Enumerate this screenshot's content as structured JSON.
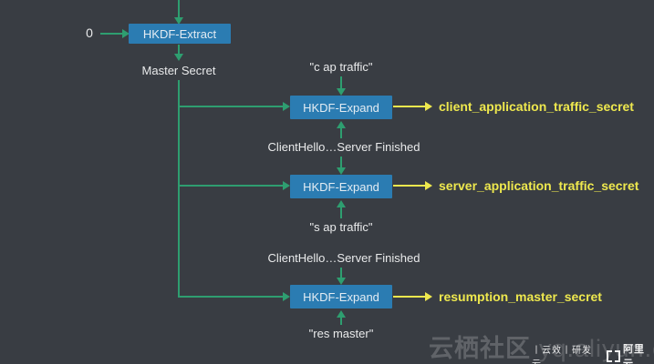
{
  "colors": {
    "background": "#393d43",
    "node_fill": "#2b7cb2",
    "arrow_green": "#2e9e70",
    "arrow_yellow": "#eee84e",
    "label_text": "#e9eaeb"
  },
  "nodes": {
    "extract": "HKDF-Extract",
    "expand1": "HKDF-Expand",
    "expand2": "HKDF-Expand",
    "expand3": "HKDF-Expand"
  },
  "labels": {
    "zero_input": "0",
    "master_secret": "Master Secret",
    "c_ap_traffic": "\"c ap traffic\"",
    "client_hello_finished_1": "ClientHello…Server Finished",
    "s_ap_traffic": "\"s ap traffic\"",
    "client_hello_finished_2": "ClientHello…Server Finished",
    "res_master": "\"res master\""
  },
  "outputs": {
    "client_traffic": "client_application_traffic_secret",
    "server_traffic": "server_application_traffic_secret",
    "resumption": "resumption_master_secret"
  },
  "watermark": {
    "site_name": "云栖社区",
    "site_url": "yq.aliyun.com",
    "badge_text": "丨云效丨研发云",
    "badge_brand": "阿里云"
  }
}
